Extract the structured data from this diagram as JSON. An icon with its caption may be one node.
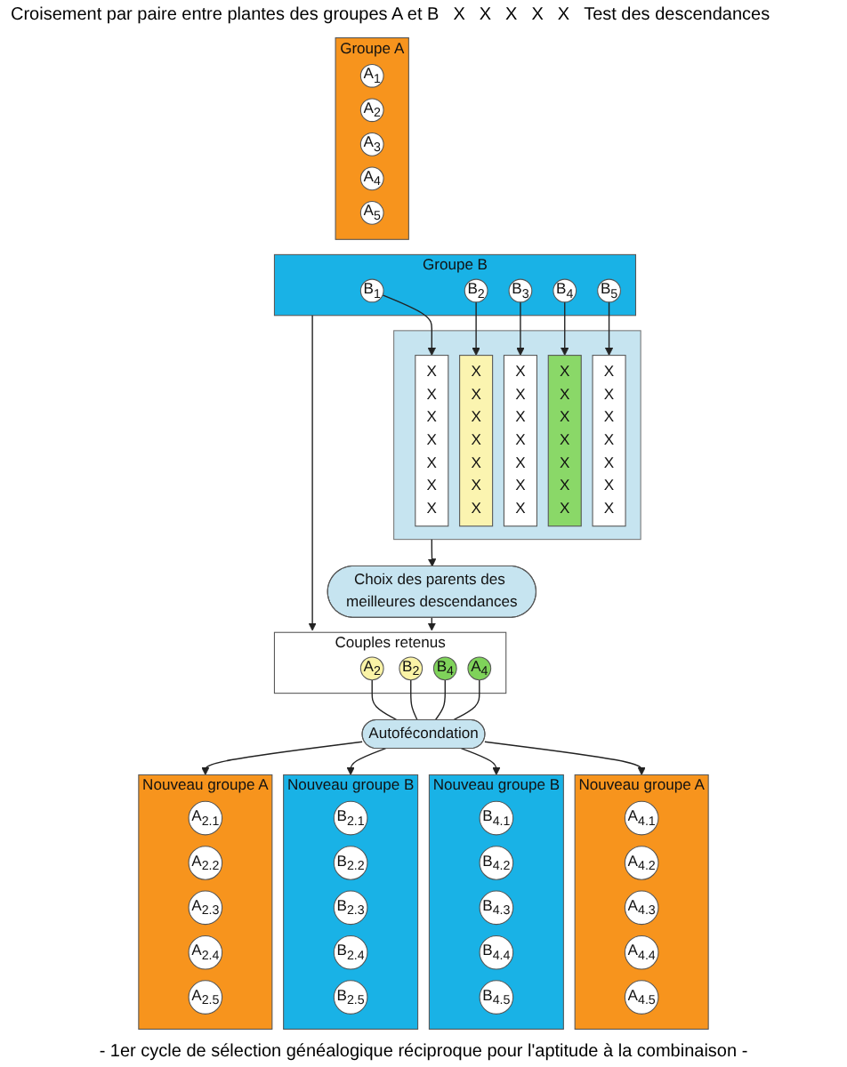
{
  "diagram": {
    "caption": "- 1er cycle de sélection généalogique réciproque pour l'aptitude à la combinaison -",
    "nodes": [
      {
        "text": [
          "Groupe A"
        ]
      },
      {
        "text": [
          "A$_{1}$"
        ],
        "in": 0
      },
      {
        "text": [
          "A$_{2}$"
        ],
        "in": 0
      },
      {
        "text": [
          "A$_{3}$"
        ],
        "in": 0
      },
      {
        "text": [
          "A$_{4}$"
        ],
        "in": 0
      },
      {
        "text": [
          "A$_{5}$"
        ],
        "in": 0
      },
      {
        "text": [
          "Groupe B"
        ]
      },
      {
        "text": [
          "B$_{1}$"
        ],
        "in": 6
      },
      {
        "text": [
          "B$_{2}$"
        ],
        "in": 6
      },
      {
        "text": [
          "B$_{3}$"
        ],
        "in": 6
      },
      {
        "text": [
          "B$_{4}$"
        ],
        "in": 6
      },
      {
        "text": [
          "B$_{5}$"
        ],
        "in": 6
      },
      {
        "text": [],
        "shape": "box"
      },
      {
        "text": [
          "X",
          "X",
          "X",
          "X",
          "X",
          "X",
          "X"
        ],
        "in": 12
      },
      {
        "text": [
          "X",
          "X",
          "X",
          "X",
          "X",
          "X",
          "X"
        ],
        "in": 12
      },
      {
        "text": [
          "X",
          "X",
          "X",
          "X",
          "X",
          "X",
          "X"
        ],
        "in": 12
      },
      {
        "text": [
          "X",
          "X",
          "X",
          "X",
          "X",
          "X",
          "X"
        ],
        "in": 12
      },
      {
        "text": [
          "X",
          "X",
          "X",
          "X",
          "X",
          "X",
          "X"
        ],
        "in": 12
      },
      {
        "text": [
          "Choix des parents des meilleures descendances"
        ]
      },
      {
        "text": [
          "Couples retenus"
        ]
      },
      {
        "text": [
          "A$_{2}$"
        ],
        "in": 19
      },
      {
        "text": [
          "B$_{2}$"
        ],
        "in": 19
      },
      {
        "text": [
          "B$_{4}$"
        ],
        "in": 19
      },
      {
        "text": [
          "A$_{4}$"
        ],
        "in": 19
      },
      {
        "text": [
          "Autofécondation"
        ]
      },
      {
        "text": [
          "Nouveau groupe A"
        ]
      },
      {
        "text": [
          "A$_{2.1}$"
        ],
        "in": 25
      },
      {
        "text": [
          "A$_{2.2}$"
        ],
        "in": 25
      },
      {
        "text": [
          "A$_{2.3}$"
        ],
        "in": 25
      },
      {
        "text": [
          "A$_{2.4}$"
        ],
        "in": 25
      },
      {
        "text": [
          "A$_{2.5}$"
        ],
        "in": 25
      },
      {
        "text": [
          "Nouveau groupe A"
        ]
      },
      {
        "text": [
          "A$_{4.1}$"
        ],
        "in": 31
      },
      {
        "text": [
          "A$_{4.2}$"
        ],
        "in": 31
      },
      {
        "text": [
          "A$_{4.3}$"
        ],
        "in": 31
      },
      {
        "text": [
          "A$_{4.4}$"
        ],
        "in": 31
      },
      {
        "text": [
          "A$_{4.5}$"
        ],
        "in": 31
      },
      {
        "text": [
          "Nouveau groupe B"
        ]
      },
      {
        "text": [
          "B$_{2.1}$"
        ],
        "in": 37
      },
      {
        "text": [
          "B$_{2.2}$"
        ],
        "in": 37
      },
      {
        "text": [
          "B$_{2.3}$"
        ],
        "in": 37
      },
      {
        "text": [
          "B$_{2.4}$"
        ],
        "in": 37
      },
      {
        "text": [
          "B$_{2.5}$"
        ],
        "in": 37
      },
      {
        "text": [
          "Nouveau groupe B"
        ]
      },
      {
        "text": [
          "B$_{4.1}$"
        ],
        "in": 43
      },
      {
        "text": [
          "B$_{4.2}$"
        ],
        "in": 43
      },
      {
        "text": [
          "B$_{4.3}$"
        ],
        "in": 43
      },
      {
        "text": [
          "B$_{4.4}$"
        ],
        "in": 43
      },
      {
        "text": [
          "B$_{4.5}$"
        ],
        "in": 43
      }
    ],
    "edges": [
      {
        "from": 7,
        "to": 13,
        "arrow": "to"
      },
      {
        "from": 8,
        "to": 14,
        "arrow": "to"
      },
      {
        "from": 9,
        "to": 15,
        "arrow": "to"
      },
      {
        "from": 10,
        "to": 16,
        "arrow": "to"
      },
      {
        "from": 11,
        "to": 17,
        "arrow": "to"
      },
      {
        "from": 12,
        "to": 18,
        "arrow": "to"
      },
      {
        "from": 6,
        "to": 19,
        "arrow": "to"
      },
      {
        "from": 18,
        "to": 19,
        "arrow": "to"
      },
      {
        "from": 20,
        "to": 24,
        "arrow": "none"
      },
      {
        "from": 21,
        "to": 24,
        "arrow": "none"
      },
      {
        "from": 22,
        "to": 24,
        "arrow": "none"
      },
      {
        "from": 23,
        "to": 24,
        "arrow": "none"
      },
      {
        "from": 24,
        "to": 25,
        "arrow": "to"
      },
      {
        "from": 24,
        "to": 37,
        "arrow": "to"
      },
      {
        "from": 24,
        "to": 43,
        "arrow": "to"
      },
      {
        "from": 24,
        "to": 31,
        "arrow": "to"
      }
    ],
    "labels": [
      "Croisement par paire entre plantes des groupes A et B",
      "X",
      "X",
      "X",
      "X",
      "X",
      "Test des descendances"
    ]
  }
}
